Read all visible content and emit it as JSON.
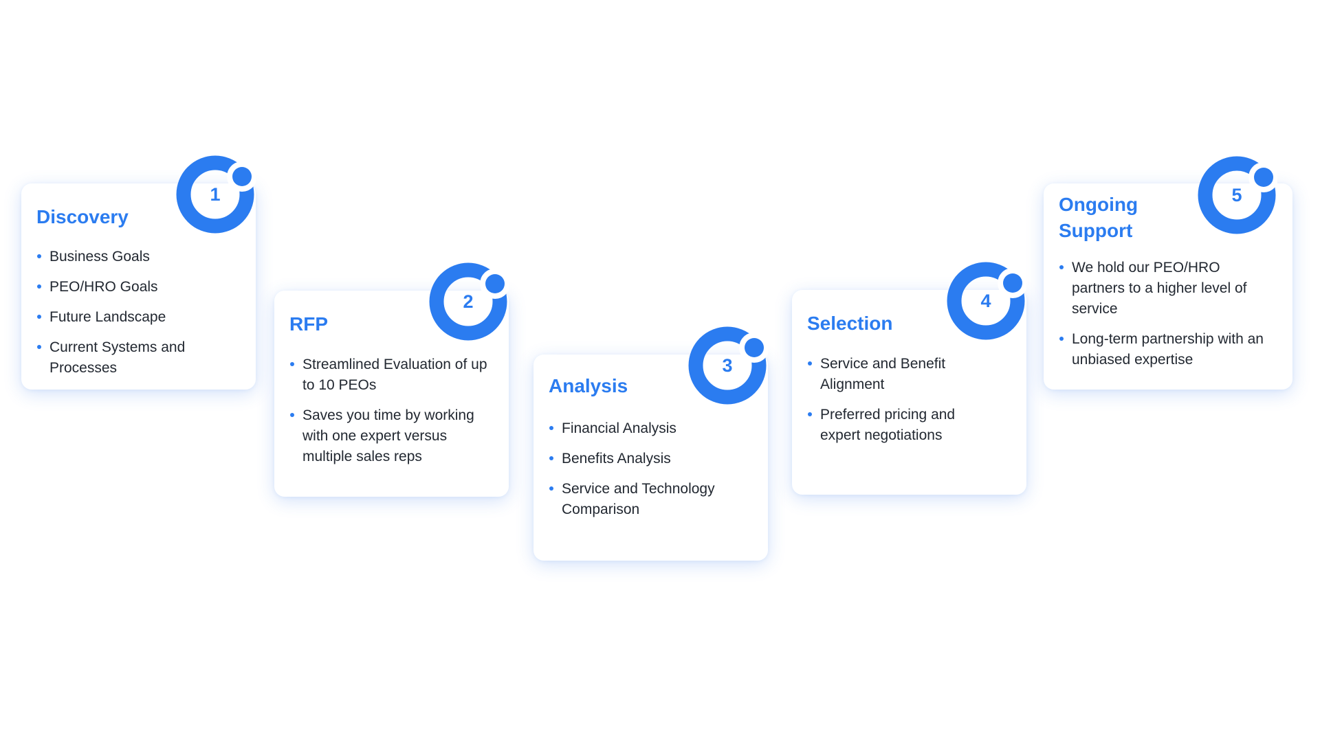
{
  "colors": {
    "accent": "#2b7cf0",
    "text": "#222831",
    "background": "#ffffff"
  },
  "steps": [
    {
      "number": "1",
      "title": "Discovery",
      "icon": "ring-badge-icon",
      "bullets": [
        "Business Goals",
        "PEO/HRO Goals",
        "Future Landscape",
        "Current Systems and Processes"
      ]
    },
    {
      "number": "2",
      "title": "RFP",
      "icon": "ring-badge-icon",
      "bullets": [
        "Streamlined Evaluation of up to 10 PEOs",
        "Saves you time by working with one expert versus multiple sales reps"
      ]
    },
    {
      "number": "3",
      "title": "Analysis",
      "icon": "ring-badge-icon",
      "bullets": [
        "Financial Analysis",
        "Benefits Analysis",
        "Service and Technology Comparison"
      ]
    },
    {
      "number": "4",
      "title": "Selection",
      "icon": "ring-badge-icon",
      "bullets": [
        "Service and Benefit Alignment",
        "Preferred pricing and expert negotiations"
      ]
    },
    {
      "number": "5",
      "title": "Ongoing Support",
      "icon": "ring-badge-icon",
      "bullets": [
        "We hold our PEO/HRO partners to a higher level of service",
        "Long-term partnership with an unbiased expertise"
      ]
    }
  ]
}
